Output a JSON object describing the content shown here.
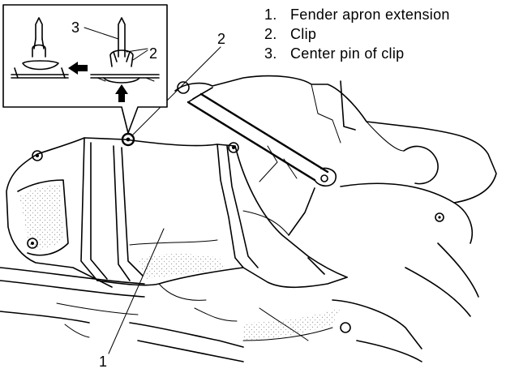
{
  "legend": {
    "items": [
      {
        "number": "1.",
        "text": "Fender apron extension"
      },
      {
        "number": "2.",
        "text": "Clip"
      },
      {
        "number": "3.",
        "text": "Center pin of clip"
      }
    ]
  },
  "callouts": {
    "inset_pin": "3",
    "inset_clip": "2",
    "clip": "2",
    "extension": "1"
  },
  "icons": [
    "arrow-left-icon",
    "arrow-up-icon"
  ]
}
